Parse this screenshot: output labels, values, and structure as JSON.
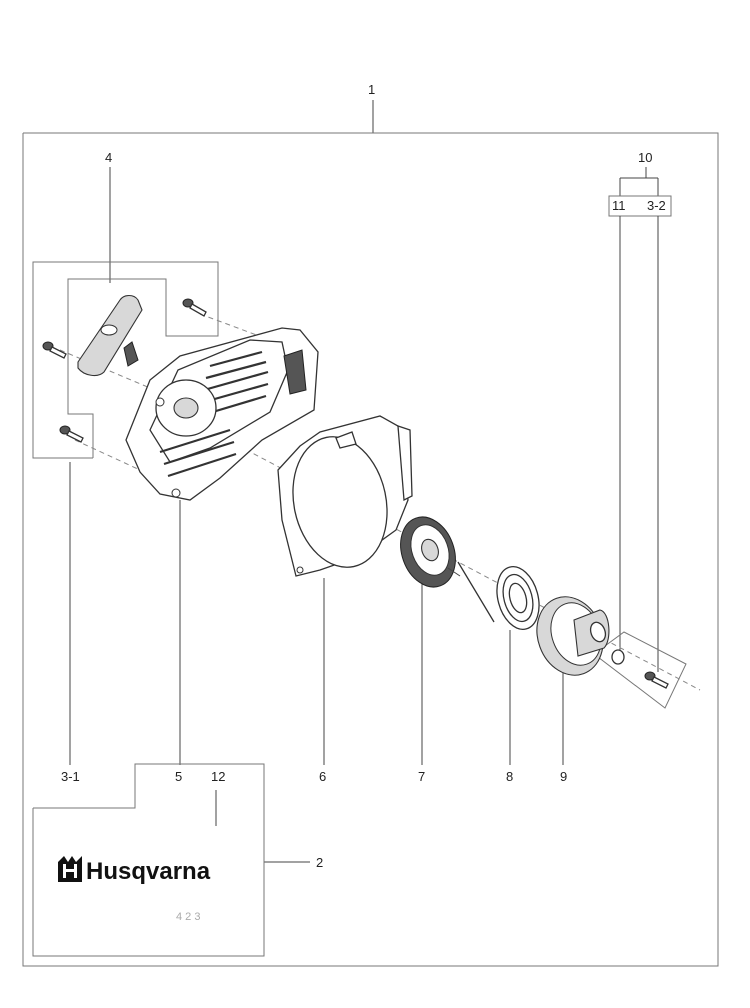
{
  "callouts": {
    "c1": "1",
    "c2": "2",
    "c3_1": "3-1",
    "c3_2": "3-2",
    "c4": "4",
    "c5": "5",
    "c6": "6",
    "c7": "7",
    "c8": "8",
    "c9": "9",
    "c10": "10",
    "c11": "11",
    "c12": "12"
  },
  "label_sticker": {
    "brand": "Husqvarna",
    "small_mark": "4 2 3"
  },
  "icons": {
    "logo": "husqvarna-crown-h-logo"
  }
}
